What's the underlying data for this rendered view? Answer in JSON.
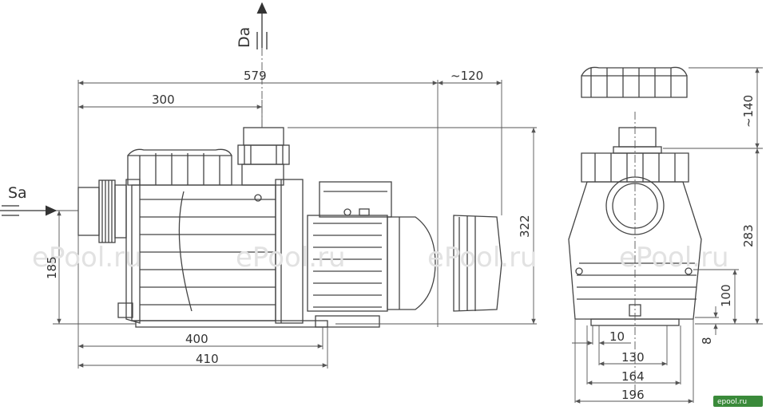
{
  "labels": {
    "suction": "Sa",
    "discharge": "Da"
  },
  "watermarks": [
    "ePool.ru",
    "ePool.ru",
    "ePool.ru",
    "ePool.ru"
  ],
  "brand_badge": "epool.ru",
  "dimensions": {
    "overall_length": "579",
    "motor_clearance": "~120",
    "inlet_to_outlet": "300",
    "total_height": "322",
    "inlet_height": "185",
    "base_length_inner": "400",
    "base_length_outer": "410",
    "top_clearance": "~140",
    "side_height": "283",
    "drain_height": "100",
    "foot_height": "8",
    "foot_offset": "10",
    "base_width_inner": "130",
    "base_width_mid": "164",
    "base_width_outer": "196"
  },
  "colors": {
    "line": "#444444",
    "dimension_line": "#555555",
    "badge": "#3a8a3a"
  }
}
